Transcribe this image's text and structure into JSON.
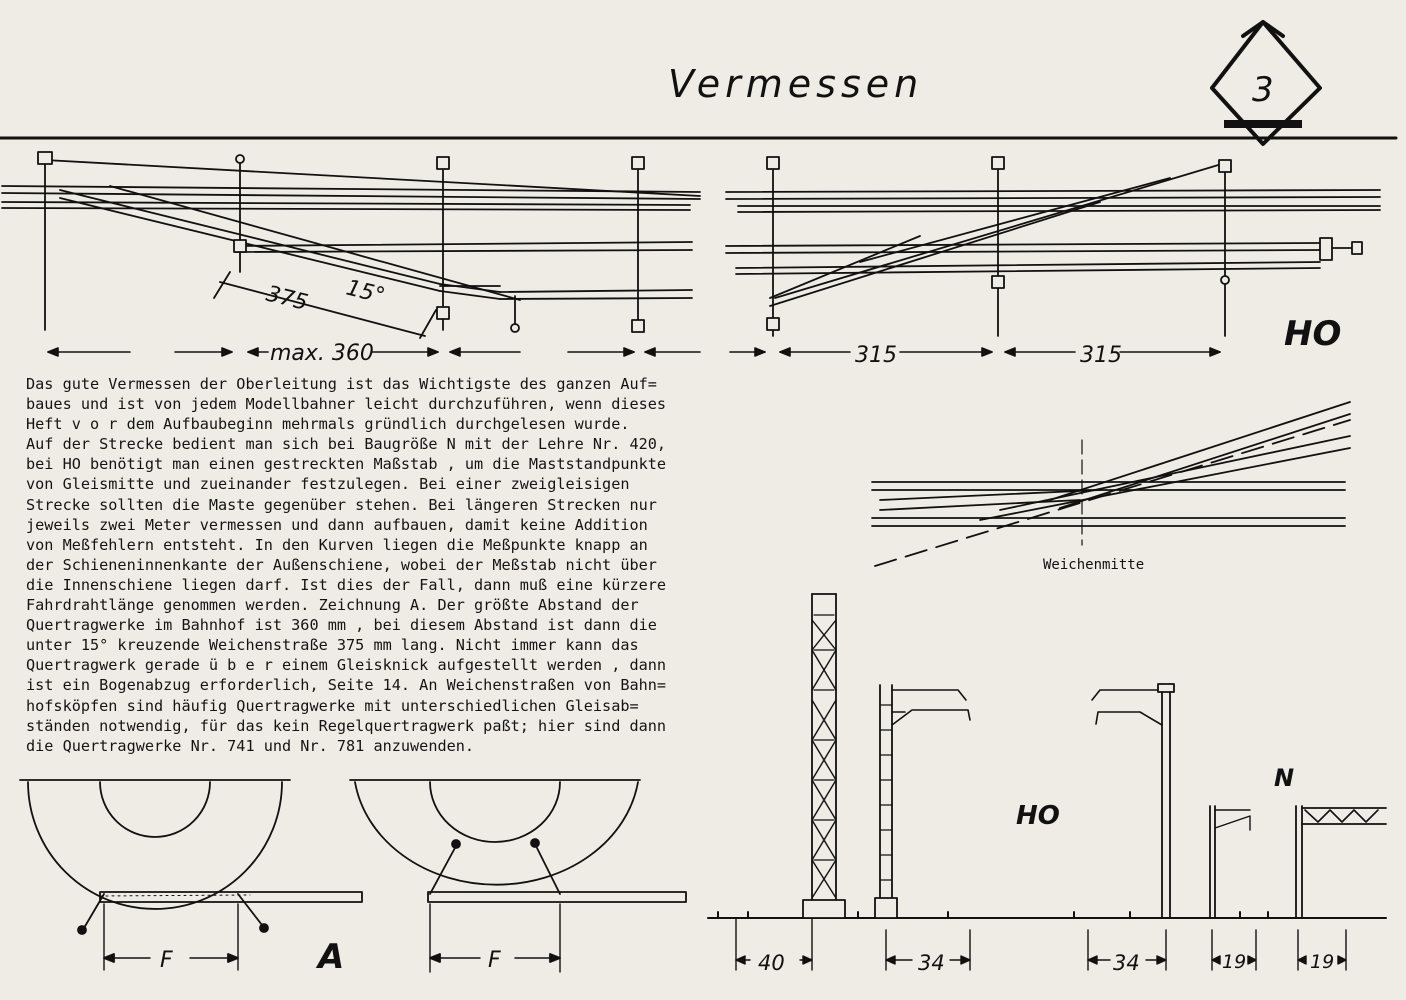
{
  "title": "Vermessen",
  "page_number": "3",
  "scale_labels": {
    "top": "HO",
    "ho_masts": "HO",
    "n_masts": "N"
  },
  "top_drawing": {
    "angle_label": "15°",
    "diag_dim": "375",
    "dim_left": "max. 360",
    "dim_right_1": "315",
    "dim_right_2": "315"
  },
  "turnout_label": "Weichenmitte",
  "body_lines": [
    "Das gute Vermessen der Oberleitung  ist das Wichtigste des ganzen Auf=",
    "baues und ist von jedem Modellbahner leicht durchzuführen, wenn dieses",
    "Heft  v o r  dem Aufbaubeginn  mehrmals  gründlich  durchgelesen  wurde.",
    "Auf der Strecke bedient man sich bei Baugröße N mit der Lehre Nr. 420,",
    "bei HO benötigt man einen gestreckten Maßstab , um die Maststandpunkte",
    "von Gleismitte und zueinander festzulegen.      Bei einer zweigleisigen",
    "Strecke sollten die Maste gegenüber stehen.  Bei längeren Strecken nur",
    "jeweils zwei Meter vermessen und dann aufbauen,    damit keine Addition",
    "von Meßfehlern entsteht.   In den Kurven liegen die Meßpunkte knapp an",
    "der Schieneninnenkante der Außenschiene,   wobei der Meßstab nicht über",
    "die Innenschiene liegen darf. Ist dies der Fall, dann muß eine kürzere",
    "Fahrdrahtlänge genommen werden.  Zeichnung A.   Der größte Abstand der",
    "Quertragwerke im Bahnhof ist 360 mm ,   bei diesem Abstand ist dann die",
    "unter 15° kreuzende Weichenstraße 375 mm lang.     Nicht immer kann das",
    "Quertragwerk gerade  ü b e r  einem Gleisknick aufgestellt  werden ,  dann",
    "ist ein Bogenabzug erforderlich, Seite 14. An Weichenstraßen von Bahn=",
    "hofsköpfen  sind häufig  Quertragwerke  mit unterschiedlichen Gleisab=",
    "ständen notwendig, für das kein Regelquertragwerk paßt; hier sind dann",
    "die Quertragwerke Nr. 741 und Nr. 781 anzuwenden."
  ],
  "curve_diagram": {
    "label_f": "F",
    "label_figure": "A"
  },
  "mast_dims": [
    "40",
    "34",
    "34",
    "19",
    "19"
  ]
}
